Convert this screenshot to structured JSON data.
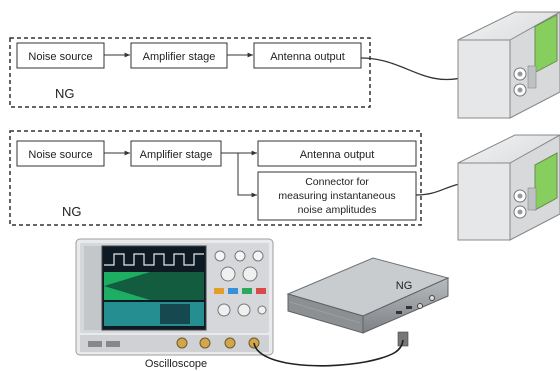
{
  "diagram1": {
    "blocks": [
      "Noise source",
      "Amplifier stage",
      "Antenna output"
    ],
    "group_label": "NG"
  },
  "diagram2": {
    "blocks": [
      "Noise source",
      "Amplifier stage",
      "Antenna output"
    ],
    "connector_lines": [
      "Connector for",
      "measuring instantaneous",
      "noise amplitudes"
    ],
    "group_label": "NG"
  },
  "photo": {
    "ng_label": "NG",
    "oscilloscope_label": "Oscilloscope"
  },
  "colors": {
    "box_stroke": "#333333",
    "screen_green": "#1fbf6a",
    "screen_teal": "#2aa3a3",
    "device_body": "#e3e5e7",
    "device_screen": "#7bd05a"
  }
}
